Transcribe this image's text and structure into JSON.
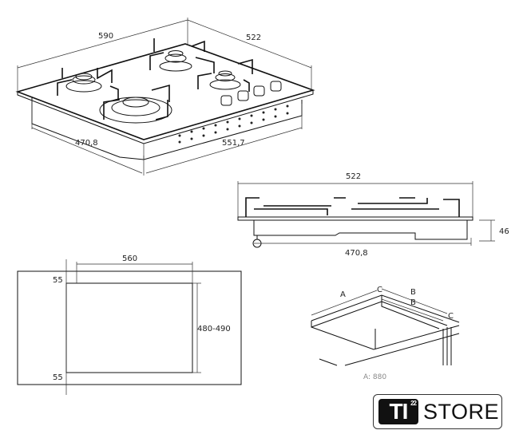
{
  "isometric_view": {
    "width_label": "590",
    "depth_label": "522",
    "body_depth_label": "470,8",
    "body_width_label": "551,7"
  },
  "side_view": {
    "width_label": "522",
    "height_label": "46",
    "body_label": "470,8"
  },
  "cutout_view": {
    "width_label": "560",
    "height_label": "480-490",
    "top_margin_label": "55",
    "bottom_margin_label": "55"
  },
  "installation_view": {
    "label_a": "A",
    "label_b1": "B",
    "label_b2": "B",
    "label_c1": "C",
    "label_c2": "C",
    "note": "A: 880"
  },
  "logo": {
    "mark": "TI",
    "superscript": "22",
    "text": "STORE"
  }
}
